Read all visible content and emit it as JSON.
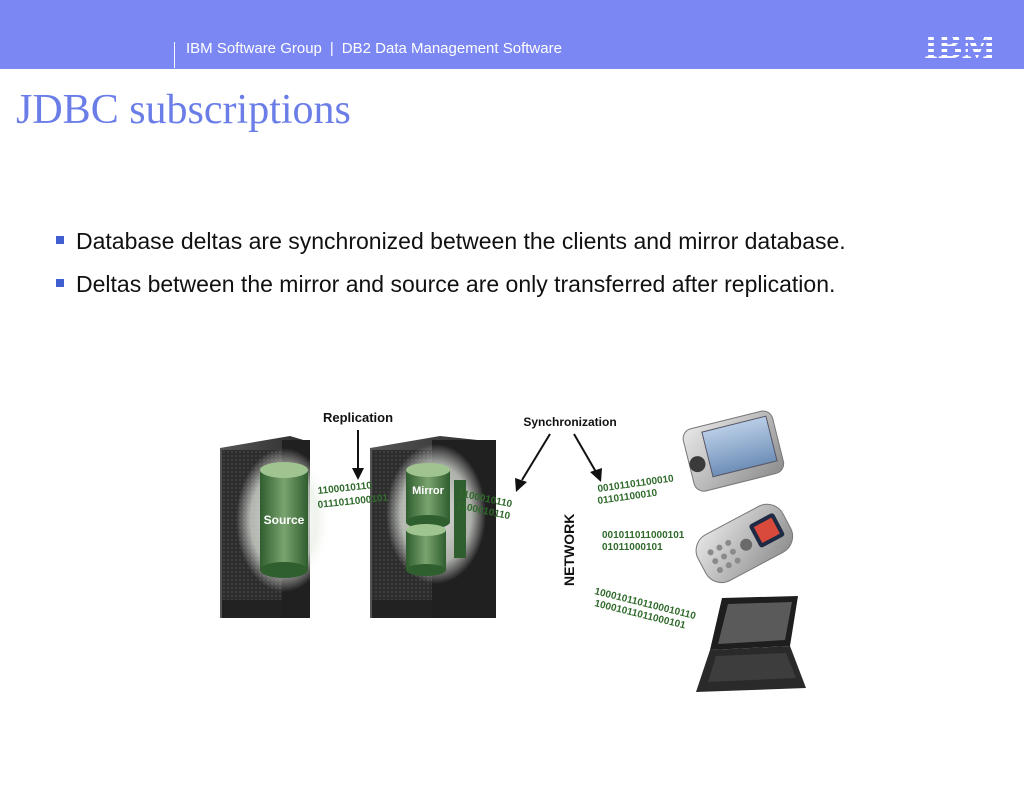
{
  "header": {
    "group": "IBM Software Group",
    "separator": "|",
    "product": "DB2 Data Management Software",
    "logo_text": "IBM",
    "bar_color": "#7b87f3"
  },
  "slide": {
    "title": "JDBC subscriptions",
    "bullets": [
      "Database deltas are synchronized between the clients and mirror database.",
      "Deltas between the mirror and source are only transferred after replication."
    ]
  },
  "diagram": {
    "labels": {
      "replication": "Replication",
      "synchronization": "Synchronization",
      "source": "Source",
      "mirror": "Mirror",
      "network": "NETWORK"
    },
    "binary": {
      "mirror_a": "1100010110",
      "mirror_b": "0111011000101",
      "net_a": "1100010110",
      "net_b": "1100010110",
      "pda_a": "00101101100010",
      "pda_b": "01101100010",
      "phone_a": "001011011000101",
      "phone_b": "01011000101",
      "laptop_a": "1000101101100010110",
      "laptop_b": "10001011011000101"
    }
  }
}
